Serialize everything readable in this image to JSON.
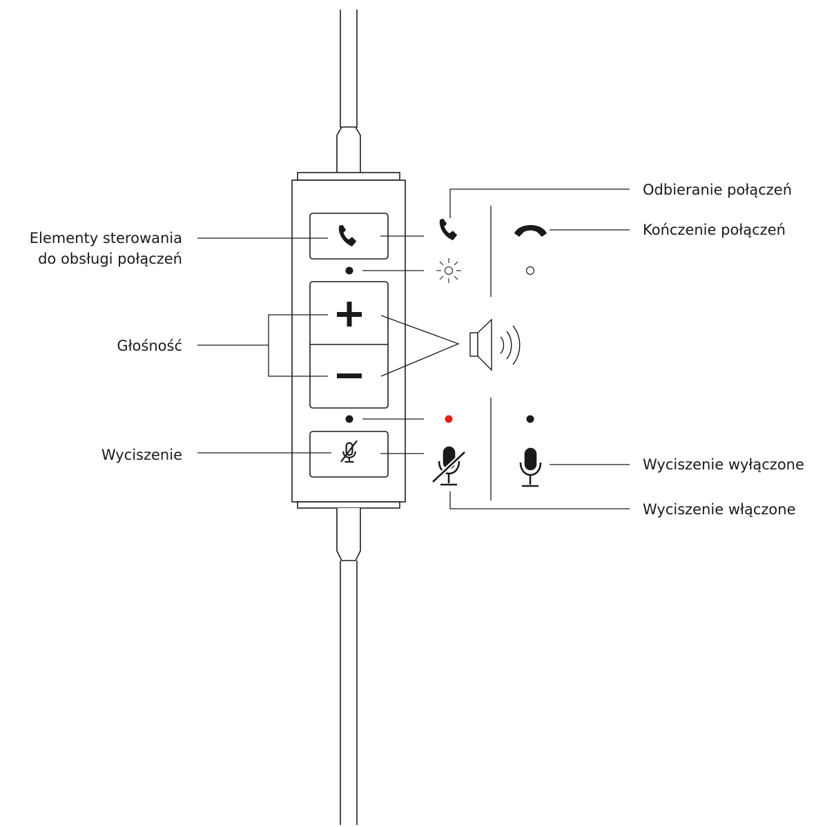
{
  "labels": {
    "call_controls_line1": "Elementy sterowania",
    "call_controls_line2": "do obsługi połączeń",
    "volume": "Głośność",
    "mute": "Wyciszenie",
    "answer_call": "Odbieranie połączeń",
    "end_call": "Kończenie połączeń",
    "mute_off": "Wyciszenie wyłączone",
    "mute_on": "Wyciszenie włączone"
  },
  "icons": {
    "call_button": "phone-icon",
    "volume_up": "plus-icon",
    "volume_down": "minus-icon",
    "mute_button": "muted-microphone-icon",
    "answer_state": "phone-icon",
    "end_state": "hang-up-icon",
    "speaker": "speaker-icon",
    "mute_on_state": "muted-microphone-icon",
    "mute_off_state": "microphone-icon"
  },
  "colors": {
    "line": "#1a1a1a",
    "mute_led_active": "#e2231a"
  }
}
